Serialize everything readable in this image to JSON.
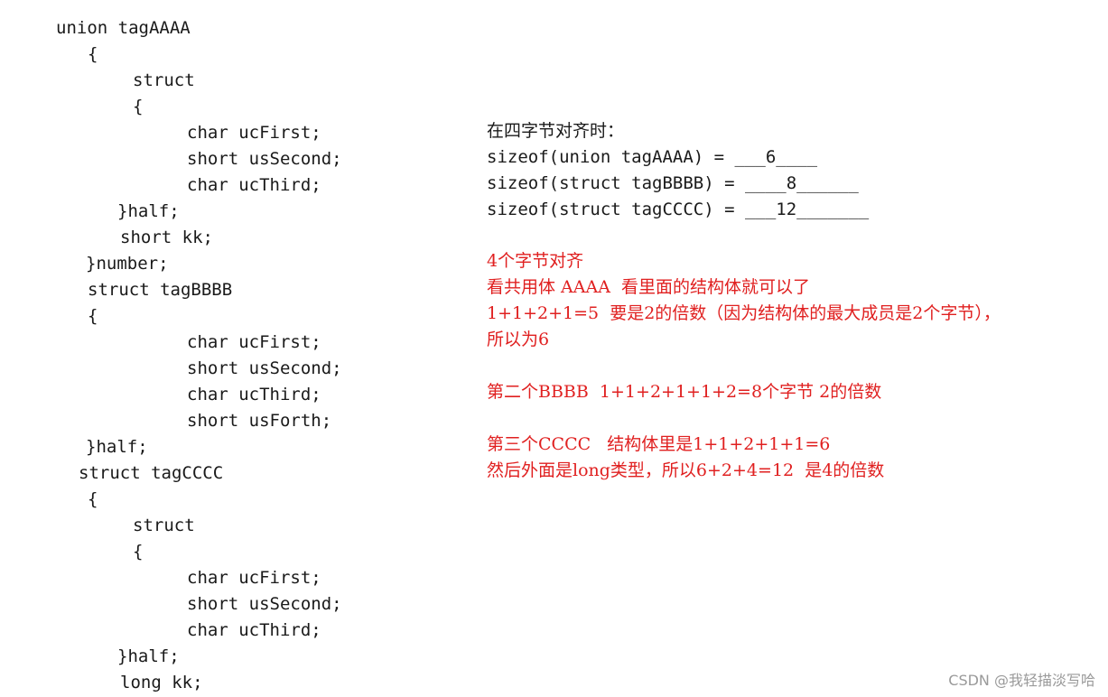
{
  "code": [
    "union tagAAAA",
    "{",
    "struct",
    "{",
    "char ucFirst;",
    "short usSecond;",
    "char ucThird;",
    "}half;",
    "short kk;",
    "}number;",
    "struct tagBBBB",
    "{",
    "char ucFirst;",
    "short usSecond;",
    "char ucThird;",
    "short usForth;",
    "}half;",
    "struct tagCCCC",
    "{",
    "struct",
    "{",
    "char ucFirst;",
    "short usSecond;",
    "char ucThird;",
    "}half;",
    "long kk;"
  ],
  "answers": {
    "heading": "在四字节对齐时：",
    "line1": "sizeof(union tagAAAA) = ___6____",
    "line2": "sizeof(struct tagBBBB) = ____8______",
    "line3": "sizeof(struct tagCCCC) = ___12_______"
  },
  "notes": [
    "4个字节对齐",
    "看共用体 AAAA  看里面的结构体就可以了",
    "1+1+2+1=5  要是2的倍数（因为结构体的最大成员是2个字节），",
    "所以为6",
    "第二个BBBB  1+1+2+1+1+2=8个字节 2的倍数",
    "第三个CCCC   结构体里是1+1+2+1+1=6",
    "然后外面是long类型，所以6+2+4=12  是4的倍数"
  ],
  "watermark": "CSDN @我轻描淡写哈",
  "colors": {
    "note_text": "#e02020",
    "code_text": "#1a1a1a"
  }
}
